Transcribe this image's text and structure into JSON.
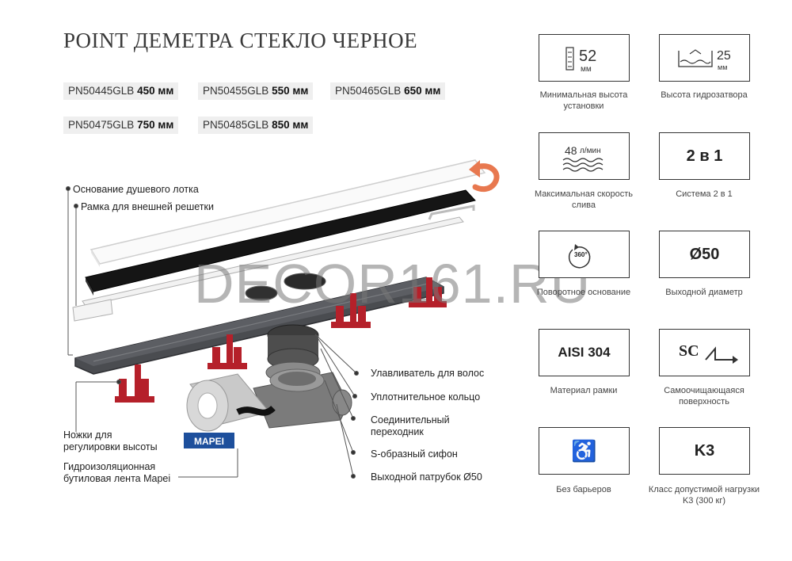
{
  "title": "POINT ДЕМЕТРА СТЕКЛО ЧЕРНОЕ",
  "skus": [
    {
      "code": "PN50445GLB",
      "size": "450 мм"
    },
    {
      "code": "PN50455GLB",
      "size": "550 мм"
    },
    {
      "code": "PN50465GLB",
      "size": "650 мм"
    },
    {
      "code": "PN50475GLB",
      "size": "750 мм"
    },
    {
      "code": "PN50485GLB",
      "size": "850 мм"
    }
  ],
  "callouts": {
    "tray_base": "Основание душевого лотка",
    "grate_frame": "Рамка для внешней решетки",
    "hair_catcher": "Улавливатель для волос",
    "seal_ring": "Уплотнительное кольцо",
    "adapter": "Соединительный переходник",
    "siphon": "S-образный сифон",
    "outlet": "Выходной патрубок Ø50",
    "feet": "Ножки для регулировки высоты",
    "tape": "Гидроизоляционная бутиловая лента Mapei"
  },
  "brand_logo": "MAPEI",
  "watermark": "DECOR161.RU",
  "features": [
    {
      "icon": "ruler-height-icon",
      "value": "52",
      "unit": "мм",
      "label": "Минимальная высота установки"
    },
    {
      "icon": "water-seal-icon",
      "value": "25",
      "unit": "мм",
      "label": "Высота гидрозатвора"
    },
    {
      "icon": "flow-waves-icon",
      "value": "48",
      "unit": "л/мин",
      "label": "Максимальная скорость слива"
    },
    {
      "icon": "",
      "value": "2 в 1",
      "unit": "",
      "label": "Система 2 в 1"
    },
    {
      "icon": "rotate-360-icon",
      "value": "360°",
      "unit": "",
      "label": "Поворотное основание"
    },
    {
      "icon": "",
      "value": "Ø50",
      "unit": "",
      "label": "Выходной диаметр"
    },
    {
      "icon": "",
      "value": "AISI 304",
      "unit": "",
      "label": "Материал рамки"
    },
    {
      "icon": "self-cleaning-icon",
      "value": "SC",
      "unit": "",
      "label": "Самоочищающаяся поверхность"
    },
    {
      "icon": "wheelchair-icon",
      "value": "",
      "unit": "",
      "label": "Без барьеров"
    },
    {
      "icon": "",
      "value": "K3",
      "unit": "",
      "label": "Класс допустимой нагрузки K3 (300 кг)"
    }
  ],
  "colors": {
    "accent_red": "#b5202a",
    "arrow_orange": "#e8784f",
    "mapei_blue": "#1d4f9c"
  }
}
